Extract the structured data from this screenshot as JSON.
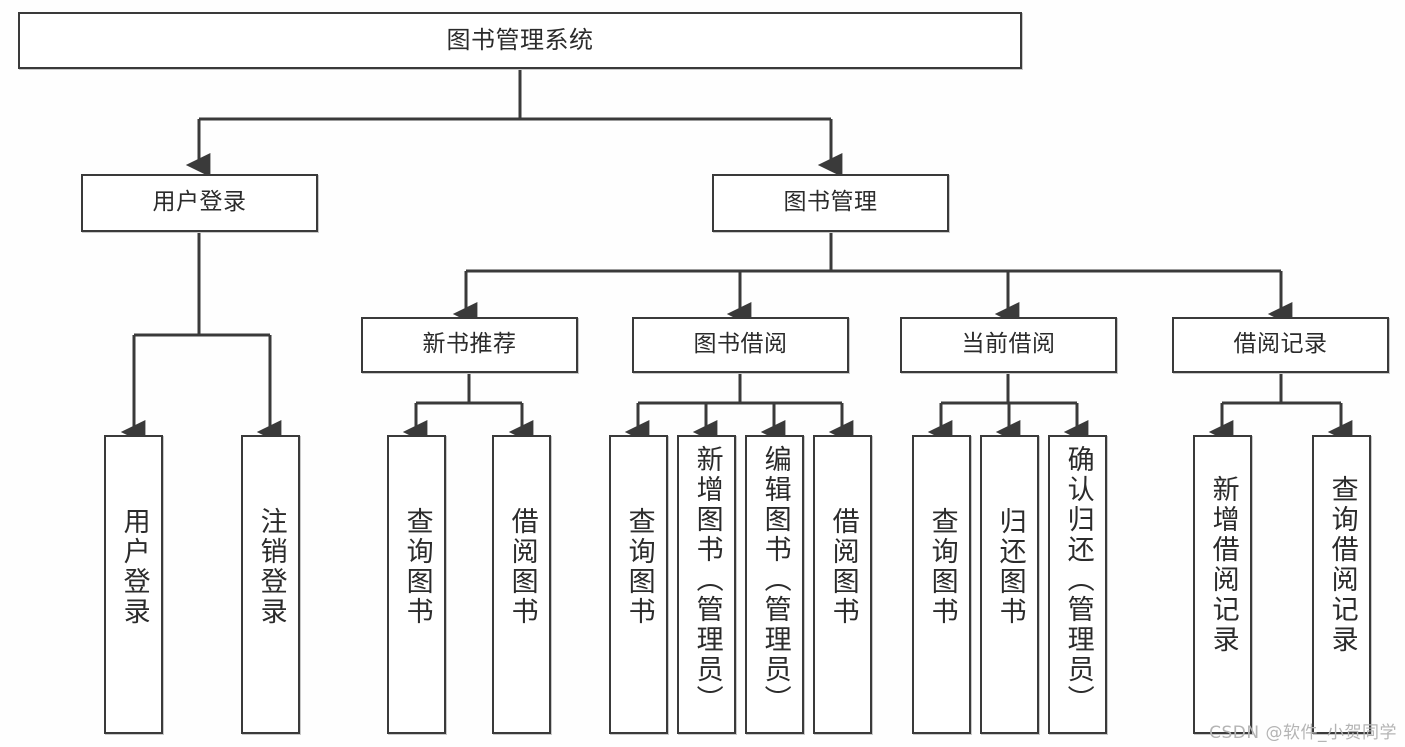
{
  "diagram": {
    "title": "图书管理系统",
    "type": "tree-hierarchy",
    "background_color": "#fefefe",
    "line_color": "#3a3a3a",
    "text_color": "#2b2b2b"
  },
  "nodes": {
    "root": {
      "label": "图书管理系统"
    },
    "level2": [
      {
        "id": "user-login",
        "label": "用户登录"
      },
      {
        "id": "book-manage",
        "label": "图书管理"
      }
    ],
    "level3": [
      {
        "id": "new-book-rec",
        "label": "新书推荐"
      },
      {
        "id": "book-borrow",
        "label": "图书借阅"
      },
      {
        "id": "current-borrow",
        "label": "当前借阅"
      },
      {
        "id": "borrow-record",
        "label": "借阅记录"
      }
    ],
    "leaves": [
      {
        "id": "leaf-user-login",
        "label": "用户登录",
        "parent": "user-login"
      },
      {
        "id": "leaf-logout",
        "label": "注销登录",
        "parent": "user-login"
      },
      {
        "id": "leaf-query-book-1",
        "label": "查询图书",
        "parent": "new-book-rec"
      },
      {
        "id": "leaf-borrow-book-1",
        "label": "借阅图书",
        "parent": "new-book-rec"
      },
      {
        "id": "leaf-query-book-2",
        "label": "查询图书",
        "parent": "book-borrow"
      },
      {
        "id": "leaf-add-book",
        "label": "新增图书（管理员）",
        "parent": "book-borrow"
      },
      {
        "id": "leaf-edit-book",
        "label": "编辑图书（管理员）",
        "parent": "book-borrow"
      },
      {
        "id": "leaf-borrow-book-2",
        "label": "借阅图书",
        "parent": "book-borrow"
      },
      {
        "id": "leaf-query-book-3",
        "label": "查询图书",
        "parent": "current-borrow"
      },
      {
        "id": "leaf-return-book",
        "label": "归还图书",
        "parent": "current-borrow"
      },
      {
        "id": "leaf-confirm-return",
        "label": "确认归还（管理员）",
        "parent": "current-borrow"
      },
      {
        "id": "leaf-add-record",
        "label": "新增借阅记录",
        "parent": "borrow-record"
      },
      {
        "id": "leaf-query-record",
        "label": "查询借阅记录",
        "parent": "borrow-record"
      }
    ]
  },
  "watermark": {
    "text": "CSDN @软件_小贺同学"
  }
}
